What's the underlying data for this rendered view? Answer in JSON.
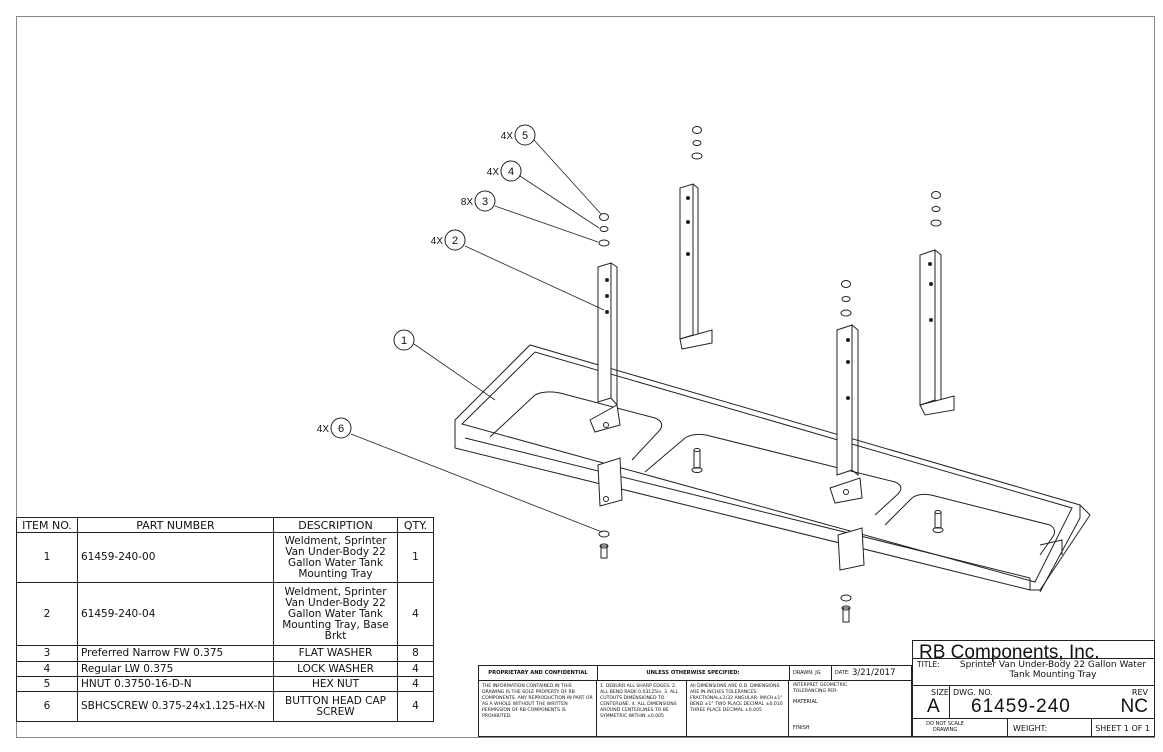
{
  "bom": {
    "headers": [
      "ITEM NO.",
      "PART NUMBER",
      "DESCRIPTION",
      "QTY."
    ],
    "rows": [
      {
        "item": "1",
        "part": "61459-240-00",
        "desc": "Weldment, Sprinter Van Under-Body 22 Gallon Water Tank Mounting Tray",
        "qty": "1"
      },
      {
        "item": "2",
        "part": "61459-240-04",
        "desc": "Weldment, Sprinter Van Under-Body 22 Gallon Water Tank Mounting Tray, Base Brkt",
        "qty": "4"
      },
      {
        "item": "3",
        "part": "Preferred Narrow FW 0.375",
        "desc": "FLAT WASHER",
        "qty": "8"
      },
      {
        "item": "4",
        "part": "Regular LW 0.375",
        "desc": "LOCK WASHER",
        "qty": "4"
      },
      {
        "item": "5",
        "part": "HNUT 0.3750-16-D-N",
        "desc": "HEX NUT",
        "qty": "4"
      },
      {
        "item": "6",
        "part": "SBHCSCREW 0.375-24x1.125-HX-N",
        "desc": "BUTTON HEAD CAP SCREW",
        "qty": "4"
      }
    ]
  },
  "balloons": [
    {
      "num": "5",
      "qty": "4X"
    },
    {
      "num": "4",
      "qty": "4X"
    },
    {
      "num": "3",
      "qty": "8X"
    },
    {
      "num": "2",
      "qty": "4X"
    },
    {
      "num": "1",
      "qty": ""
    },
    {
      "num": "6",
      "qty": "4X"
    }
  ],
  "title_block": {
    "proprietary": "PROPRIETARY AND CONFIDENTIAL",
    "proprietary_text": "THE INFORMATION CONTAINED IN THIS DRAWING IS THE SOLE PROPERTY OF RB COMPONENTS. ANY REPRODUCTION IN PART OR AS A WHOLE WITHOUT THE WRITTEN PERMISSION OF RB COMPONENTS IS PROHIBITED.",
    "unless": "UNLESS OTHERWISE SPECIFIED:",
    "notes_1": "1. DEBURR ALL SHARP EDGES. 2. ALL BEND RADII 0.03125in. 3. ALL CUTOUTS DIMENSIONED TO CENTERLINE. 4. ALL DIMENSIONS AROUND CENTERLINES TO BE SYMMETRIC WITHIN ±0.005",
    "notes_2": "All DIMENSIONS ARE O.D. DIMENSIONS ARE IN INCHES TOLERANCES: FRACTIONAL±1/32 ANGULAR: MACH±1° BEND ±1° TWO PLACE DECIMAL ±0.010 THREE PLACE DECIMAL ±0.005",
    "drawn_label": "DRAWN: JG",
    "date_label": "DATE:",
    "date": "3/21/2017",
    "interpret": "INTERPRET GEOMETRIC TOLERANCING PER:",
    "material": "MATERIAL",
    "finish": "FINISH",
    "company": "RB Components, Inc.",
    "title_label": "TITLE:",
    "title": "Sprinter Van Under-Body 22 Gallon Water Tank Mounting Tray",
    "size_label": "SIZE",
    "size": "A",
    "dwg_label": "DWG. NO.",
    "dwg_no": "61459-240",
    "rev_label": "REV",
    "rev": "NC",
    "scale_note": "DO NOT SCALE DRAWING",
    "weight_label": "WEIGHT:",
    "sheet": "SHEET 1 OF 1"
  }
}
